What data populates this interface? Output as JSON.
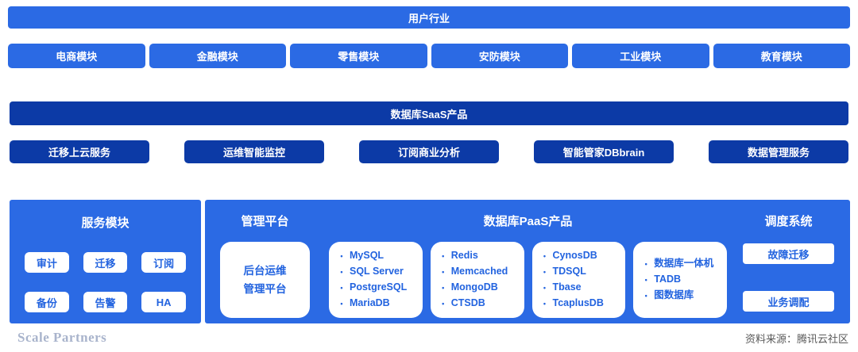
{
  "colors": {
    "bright_blue": "#2B6AE4",
    "dark_blue": "#0C3AA6",
    "card_text": "#2263DF",
    "source_gray": "#595959",
    "logo_gray_blue": "#A9B4CC"
  },
  "icons": {
    "bullet": "•"
  },
  "top_bar": {
    "label": "用户行业"
  },
  "industry_row": {
    "items": [
      {
        "label": "电商模块"
      },
      {
        "label": "金融模块"
      },
      {
        "label": "零售模块"
      },
      {
        "label": "安防模块"
      },
      {
        "label": "工业模块"
      },
      {
        "label": "教育模块"
      }
    ]
  },
  "saas_bar": {
    "label": "数据库SaaS产品"
  },
  "saas_row": {
    "items": [
      {
        "label": "迁移上云服务"
      },
      {
        "label": "运维智能监控"
      },
      {
        "label": "订阅商业分析"
      },
      {
        "label": "智能管家DBbrain"
      },
      {
        "label": "数据管理服务"
      }
    ]
  },
  "service_panel": {
    "title": "服务模块",
    "chips": [
      {
        "label": "审计"
      },
      {
        "label": "迁移"
      },
      {
        "label": "订阅"
      },
      {
        "label": "备份"
      },
      {
        "label": "告警"
      },
      {
        "label": "HA"
      }
    ]
  },
  "platform_panel": {
    "management_header": "管理平台",
    "paas_header": "数据库PaaS产品",
    "scheduling_header": "调度系统",
    "management_card": {
      "line1": "后台运维",
      "line2": "管理平台"
    },
    "paas_cards": [
      {
        "items": [
          "MySQL",
          "SQL Server",
          "PostgreSQL",
          "MariaDB"
        ]
      },
      {
        "items": [
          "Redis",
          "Memcached",
          "MongoDB",
          "CTSDB"
        ]
      },
      {
        "items": [
          "CynosDB",
          "TDSQL",
          "Tbase",
          "TcaplusDB"
        ]
      },
      {
        "items": [
          "数据库一体机",
          "TADB",
          "图数据库"
        ]
      }
    ],
    "scheduling_buttons": [
      {
        "label": "故障迁移"
      },
      {
        "label": "业务调配"
      }
    ]
  },
  "footer": {
    "logo_text": "Scale Partners",
    "source_text": "资料来源：腾讯云社区"
  }
}
